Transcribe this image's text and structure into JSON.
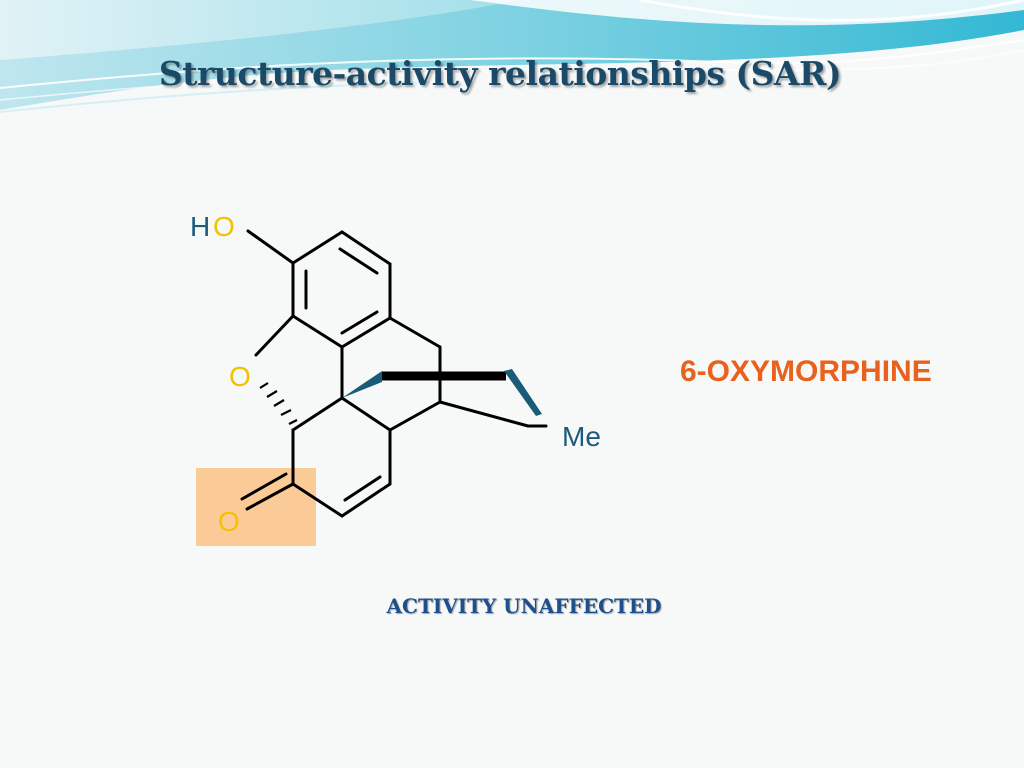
{
  "title": "Structure-activity relationships (SAR)",
  "compound_name": "6-OXYMORPHINE",
  "activity_note": "ACTIVITY  UNAFFECTED",
  "molecule": {
    "atoms": {
      "hydroxyl_h": "H",
      "hydroxyl_o": "O",
      "ether_o": "O",
      "ketone_o": "O",
      "n_methyl": "Me"
    }
  },
  "colors": {
    "title": "#1a4a68",
    "compound_name": "#e8621e",
    "activity_note": "#1e4f8c",
    "oxygen": "#f2c200",
    "hydrogen": "#1e5a7a",
    "wedge": "#1a5c78",
    "highlight": "#fbcb97",
    "bond": "#000000"
  }
}
